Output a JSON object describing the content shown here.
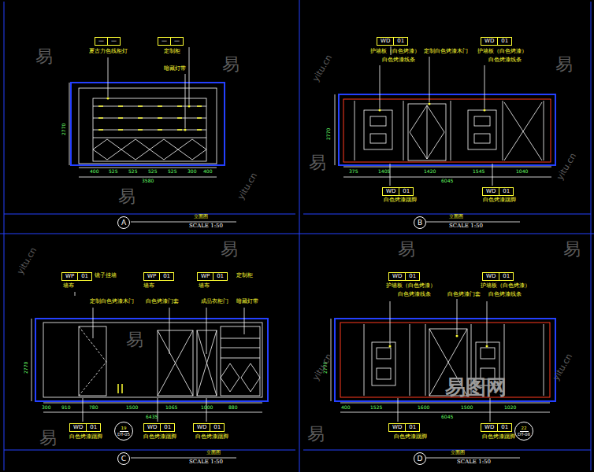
{
  "diagram": {
    "nodes": [
      {
        "text": [
          "—",
          "—"
        ]
      },
      {
        "text": [
          "—",
          "—"
        ]
      },
      {
        "text": [
          "A"
        ]
      },
      {
        "text": [
          "WD",
          "01"
        ]
      },
      {
        "text": [
          "WD",
          "01"
        ]
      },
      {
        "text": [
          "WD",
          "01"
        ]
      },
      {
        "text": [
          "WD",
          "01"
        ]
      },
      {
        "text": [
          "B"
        ]
      },
      {
        "text": [
          "WP",
          "01"
        ]
      },
      {
        "text": [
          "WP",
          "01"
        ]
      },
      {
        "text": [
          "WP",
          "01"
        ]
      },
      {
        "text": [
          "WD",
          "01"
        ]
      },
      {
        "text": [
          "19",
          "DT-05"
        ]
      },
      {
        "text": [
          "WD",
          "01"
        ]
      },
      {
        "text": [
          "WD",
          "01"
        ]
      },
      {
        "text": [
          "C"
        ]
      },
      {
        "text": [
          "WD",
          "01"
        ]
      },
      {
        "text": [
          "WD",
          "01"
        ]
      },
      {
        "text": [
          "WD",
          "01"
        ]
      },
      {
        "text": [
          "WD",
          "01"
        ]
      },
      {
        "text": [
          "22",
          "DT-08"
        ]
      },
      {
        "text": [
          "D"
        ]
      }
    ],
    "labels": [
      "夏古力色线柜灯",
      "定制柜",
      "暗藏灯带",
      "2770",
      "400",
      "525",
      "525",
      "525",
      "525",
      "300",
      "400",
      "3580",
      "立面图",
      "SCALE 1:50",
      "护墙板（白色烤漆）",
      "白色烤漆线条",
      "定制白色烤漆木门",
      "护墙板（白色烤漆）",
      "白色烤漆线条",
      "2770",
      "375",
      "1405",
      "1420",
      "1545",
      "1040",
      "6045",
      "白色烤漆踢脚",
      "白色烤漆踢脚",
      "立面图",
      "SCALE 1:50",
      "镜子挂墙",
      "墙布",
      "定制白色烤漆木门",
      "墙布",
      "白色烤漆门套",
      "定制柜",
      "墙布",
      "成品衣柜门",
      "暗藏灯带",
      "2770",
      "300",
      "910",
      "780",
      "1500",
      "1065",
      "1000",
      "880",
      "6435",
      "白色烤漆踢脚",
      "白色烤漆踢脚",
      "白色烤漆踢脚",
      "立面图",
      "SCALE 1:50",
      "护墙板（白色烤漆）",
      "白色烤漆线条",
      "白色烤漆门套",
      "护墙板（白色烤漆）",
      "白色烤漆线条",
      "2770",
      "400",
      "1525",
      "1600",
      "1500",
      "1020",
      "6045",
      "白色烤漆踢脚",
      "白色烤漆踢脚",
      "立面图",
      "SCALE 1:50",
      "易",
      "易",
      "易",
      "易",
      "易",
      "易",
      "易",
      "易",
      "易",
      "易",
      "易",
      "yitu.cn",
      "yitu.cn",
      "yitu.cn",
      "yitu.cn",
      "yitu.cn",
      "yitu.cn",
      "易图网"
    ]
  }
}
